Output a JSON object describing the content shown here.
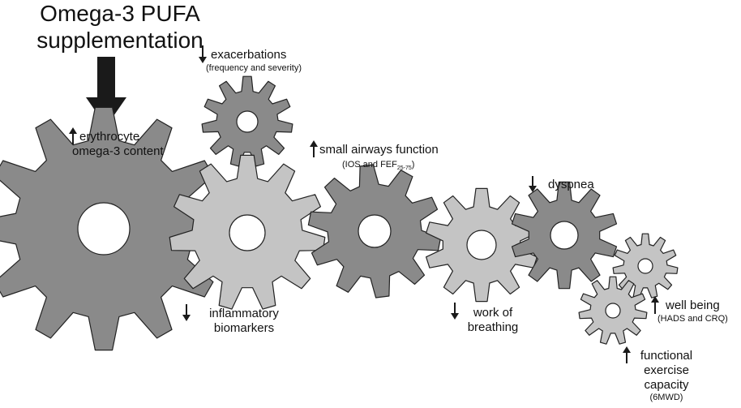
{
  "title_lines": [
    "Omega-3 PUFA",
    "supplementation"
  ],
  "labels": {
    "exacerbations": {
      "text": "exacerbations",
      "note": "(frequency and severity)"
    },
    "erythrocyte": {
      "line1": "erythrocyte",
      "line2": "omega-3 content"
    },
    "small_airways": {
      "text": "small airways function",
      "note_prefix": "(IOS and FEF",
      "note_sub": "25-75",
      "note_suffix": ")"
    },
    "dyspnea": {
      "text": "dyspnea"
    },
    "inflammatory": {
      "line1": "inflammatory",
      "line2": "biomarkers"
    },
    "work_of_breathing": {
      "line1": "work of",
      "line2": "breathing"
    },
    "well_being": {
      "text": "well being",
      "note": "(HADS and CRQ)"
    },
    "functional_exercise": {
      "line1": "functional",
      "line2": "exercise",
      "line3": "capacity",
      "note": "(6MWD)"
    }
  },
  "arrows": {
    "exacerbations": "down",
    "erythrocyte": "up",
    "small_airways": "up",
    "dyspnea": "down",
    "inflammatory": "down",
    "work_of_breathing": "down",
    "well_being": "up",
    "functional_exercise": "up"
  },
  "gears": [
    {
      "id": "gear-erythrocyte",
      "shade": "dark"
    },
    {
      "id": "gear-exacerbations",
      "shade": "dark"
    },
    {
      "id": "gear-inflammatory",
      "shade": "light"
    },
    {
      "id": "gear-small-airways",
      "shade": "dark"
    },
    {
      "id": "gear-work-of-breathing",
      "shade": "light"
    },
    {
      "id": "gear-dyspnea",
      "shade": "dark"
    },
    {
      "id": "gear-well-being",
      "shade": "light"
    },
    {
      "id": "gear-functional-exercise",
      "shade": "light"
    }
  ],
  "colors": {
    "dark": "#8a8a8a",
    "light": "#c4c4c4",
    "outline": "#222222",
    "arrow": "#1a1a1a"
  }
}
